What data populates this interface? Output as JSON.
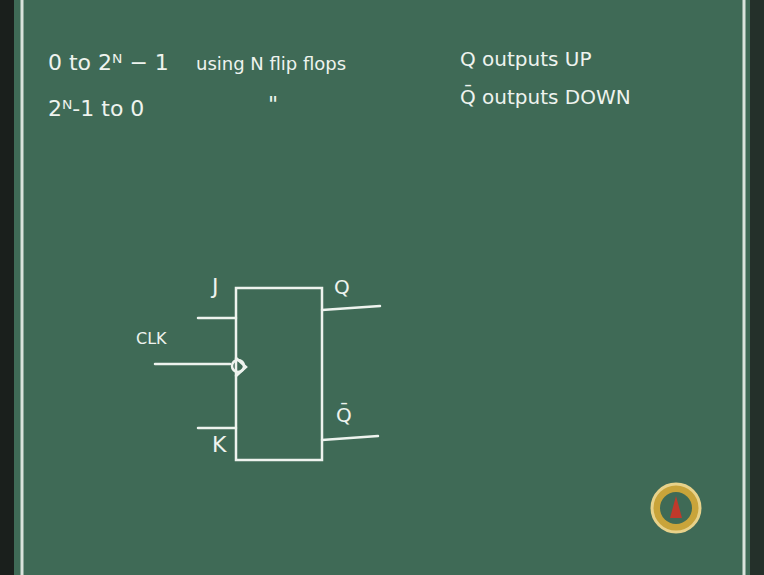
{
  "diagram": {
    "labels": [
      "0 to 2ᴺ − 1",
      "using N flip flops",
      "Q outputs UP",
      "Q̄ outputs DOWN",
      "2ᴺ-1 to 0",
      "\"",
      "J",
      "CLK",
      "K",
      "Q",
      "Q̄"
    ]
  }
}
